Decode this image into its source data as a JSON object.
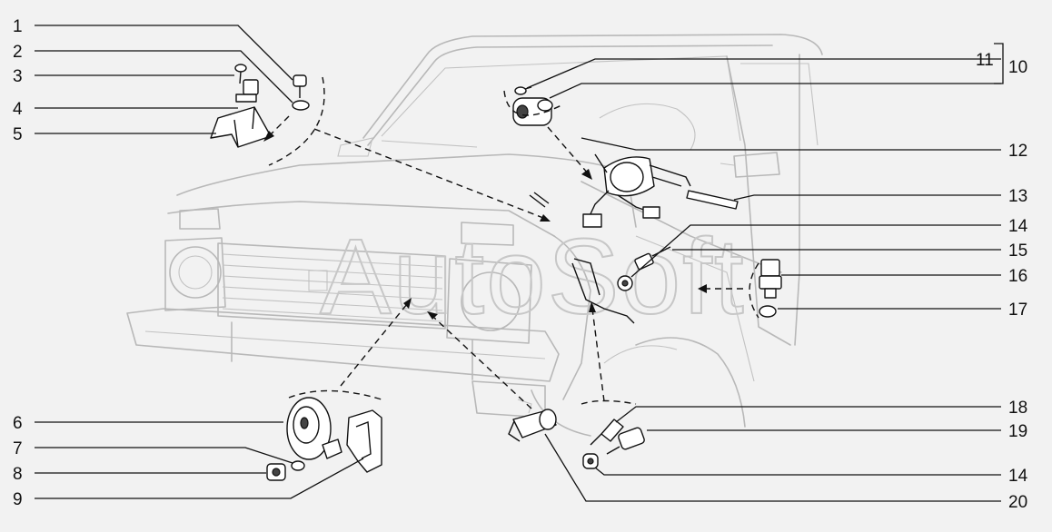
{
  "watermark": "AutoSoft",
  "callouts": {
    "n1": "1",
    "n2": "2",
    "n3": "3",
    "n4": "4",
    "n5": "5",
    "n6": "6",
    "n7": "7",
    "n8": "8",
    "n9": "9",
    "n10": "10",
    "n11": "11",
    "n12": "12",
    "n13": "13",
    "n14a": "14",
    "n15": "15",
    "n16": "16",
    "n17": "17",
    "n18": "18",
    "n19": "19",
    "n14b": "14",
    "n20": "20"
  }
}
